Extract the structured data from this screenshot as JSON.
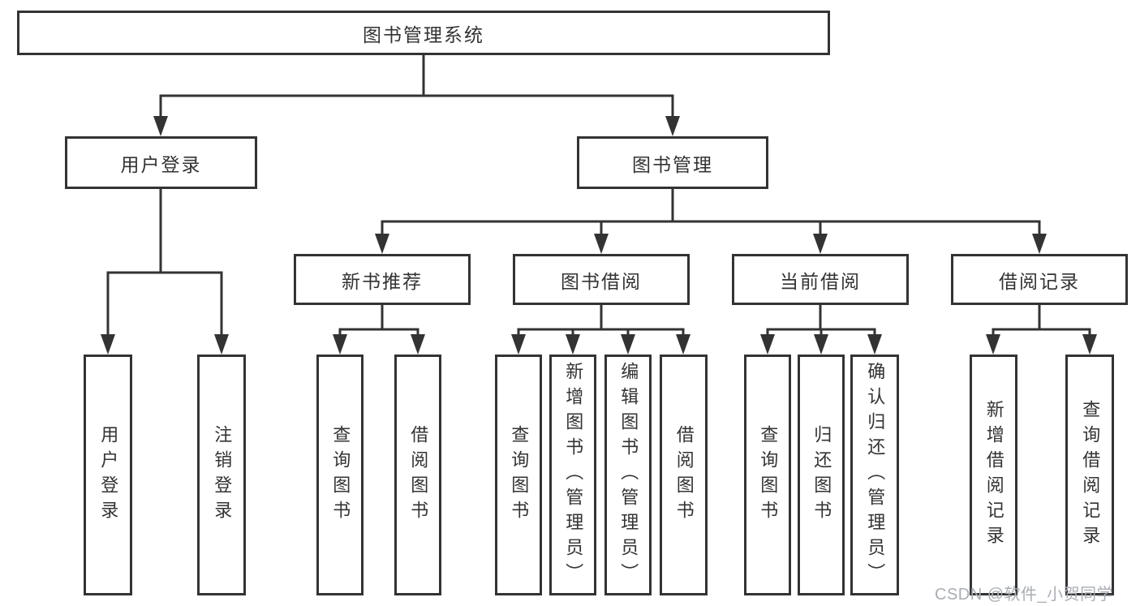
{
  "diagram": {
    "type": "hierarchy-tree",
    "title": "图书管理系统"
  },
  "style": {
    "background": "#ffffff",
    "line_color": "#333333",
    "box_border_color": "#333333",
    "box_fill": "#ffffff",
    "text_color": "#333333",
    "watermark_color": "#a9aeb4"
  },
  "nodes": {
    "root": {
      "label": "图书管理系统"
    },
    "user_login": {
      "label": "用户登录"
    },
    "book_mgmt": {
      "label": "图书管理"
    },
    "new_book_rec": {
      "label": "新书推荐"
    },
    "book_borrow": {
      "label": "图书借阅"
    },
    "current_borrow": {
      "label": "当前借阅"
    },
    "borrow_records": {
      "label": "借阅记录"
    },
    "leaf_user_login": {
      "label": "用户登录"
    },
    "leaf_logout": {
      "label": "注销登录"
    },
    "leaf_query_book_1": {
      "label": "查询图书"
    },
    "leaf_borrow_book_1": {
      "label": "借阅图书"
    },
    "leaf_query_book_2": {
      "label": "查询图书"
    },
    "leaf_add_book": {
      "label": "新增图书（管理员）"
    },
    "leaf_edit_book": {
      "label": "编辑图书（管理员）"
    },
    "leaf_borrow_book_2": {
      "label": "借阅图书"
    },
    "leaf_query_book_3": {
      "label": "查询图书"
    },
    "leaf_return_book": {
      "label": "归还图书"
    },
    "leaf_confirm_return": {
      "label": "确认归还（管理员）"
    },
    "leaf_add_borrow_record": {
      "label": "新增借阅记录"
    },
    "leaf_query_borrow_record": {
      "label": "查询借阅记录"
    }
  },
  "hierarchy": {
    "root": [
      "user_login",
      "book_mgmt"
    ],
    "user_login": [
      "leaf_user_login",
      "leaf_logout"
    ],
    "book_mgmt": [
      "new_book_rec",
      "book_borrow",
      "current_borrow",
      "borrow_records"
    ],
    "new_book_rec": [
      "leaf_query_book_1",
      "leaf_borrow_book_1"
    ],
    "book_borrow": [
      "leaf_query_book_2",
      "leaf_add_book",
      "leaf_edit_book",
      "leaf_borrow_book_2"
    ],
    "current_borrow": [
      "leaf_query_book_3",
      "leaf_return_book",
      "leaf_confirm_return"
    ],
    "borrow_records": [
      "leaf_add_borrow_record",
      "leaf_query_borrow_record"
    ]
  },
  "watermark": {
    "text": "CSDN @软件_小贺同学"
  }
}
